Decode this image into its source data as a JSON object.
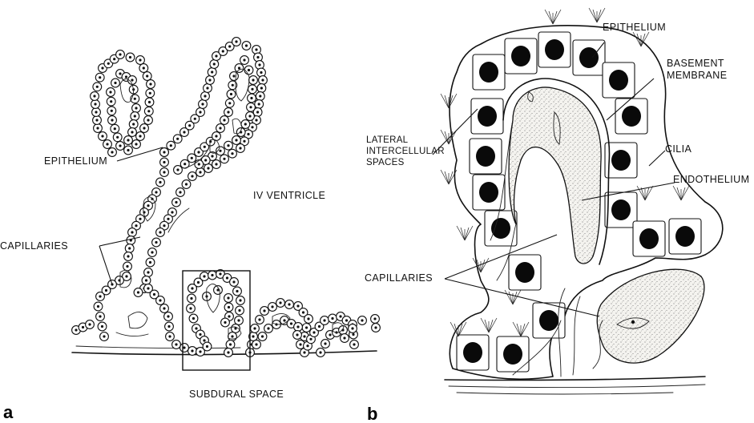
{
  "panel_a": {
    "letter": "a",
    "labels": {
      "epithelium": "EPITHELIUM",
      "ventricle": "IV VENTRICLE",
      "capillaries": "CAPILLARIES",
      "subdural_space": "SUBDURAL SPACE"
    }
  },
  "panel_b": {
    "letter": "b",
    "labels": {
      "epithelium": "EPITHELIUM",
      "basement_membrane_1": "BASEMENT",
      "basement_membrane_2": "MEMBRANE",
      "lateral_1": "LATERAL",
      "lateral_2": "INTERCELLULAR",
      "lateral_3": "SPACES",
      "cilia": "CILIA",
      "endothelium": "ENDOTHELIUM",
      "capillaries": "CAPILLARIES"
    }
  }
}
